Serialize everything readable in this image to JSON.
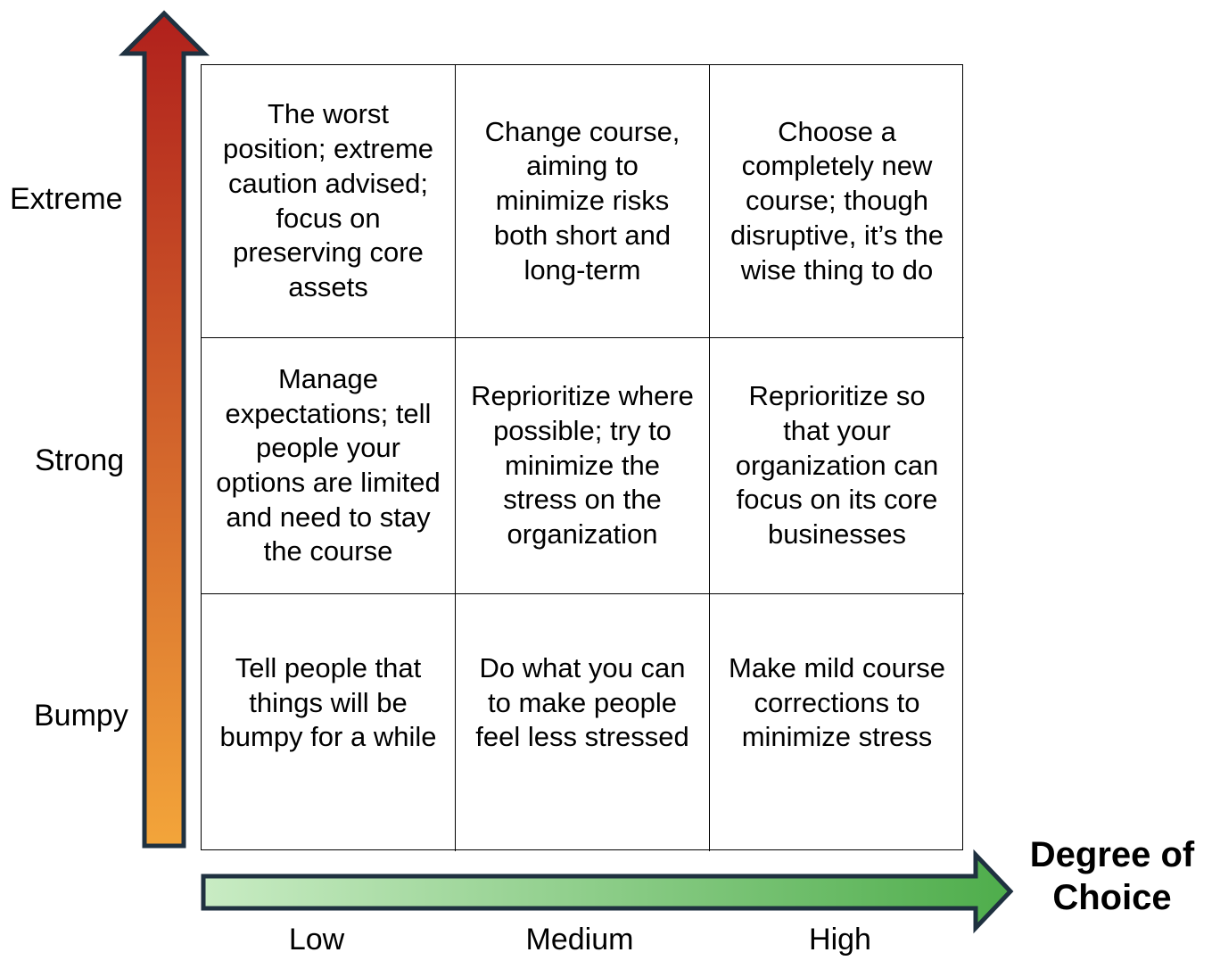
{
  "y_axis": {
    "levels": [
      "Extreme",
      "Strong",
      "Bumpy"
    ],
    "arrow_gradient": [
      "#B0201C",
      "#F3A53A"
    ]
  },
  "x_axis": {
    "title": "Degree of Choice",
    "levels": [
      "Low",
      "Medium",
      "High"
    ],
    "arrow_gradient": [
      "#C9ECC4",
      "#4EAD4B"
    ]
  },
  "matrix": {
    "rows": [
      {
        "level": "Extreme",
        "cells": [
          "The worst position; extreme caution advised; focus on preserving core assets",
          "Change course, aiming to minimize risks both short and long-term",
          "Choose a completely new course; though disruptive, it’s the wise thing to do"
        ]
      },
      {
        "level": "Strong",
        "cells": [
          "Manage expectations; tell people your options are limited and need to stay the course",
          "Reprioritize where possible; try to minimize the stress on the organization",
          "Reprioritize so that your organization can focus on its core businesses"
        ]
      },
      {
        "level": "Bumpy",
        "cells": [
          "Tell people that things will be bumpy for a while",
          "Do what you can to make people feel less stressed",
          "Make mild course corrections to minimize stress"
        ]
      }
    ]
  },
  "colors": {
    "arrow_outline": "#1F3140",
    "grid_line": "#000000"
  }
}
